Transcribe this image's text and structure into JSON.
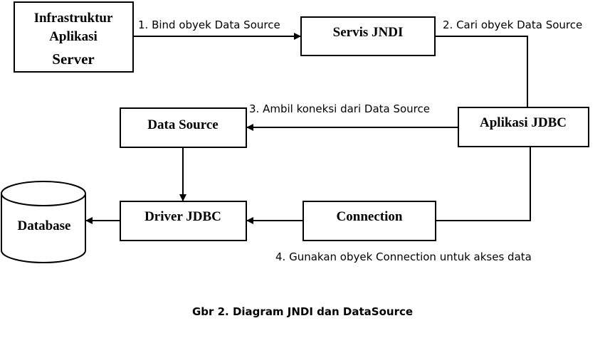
{
  "nodes": {
    "infrastruktur": {
      "lines": [
        "Infrastruktur",
        "Aplikasi",
        "Server"
      ]
    },
    "servis_jndi": {
      "label": "Servis JNDI"
    },
    "aplikasi_jdbc": {
      "label": "Aplikasi JDBC"
    },
    "data_source": {
      "label": "Data Source"
    },
    "driver_jdbc": {
      "label": "Driver JDBC"
    },
    "connection": {
      "label": "Connection"
    },
    "database": {
      "label": "Database"
    }
  },
  "edges": {
    "step1": {
      "label": "1. Bind obyek Data Source"
    },
    "step2": {
      "label": "2. Cari obyek Data Source"
    },
    "step3": {
      "label": "3. Ambil koneksi dari Data Source"
    },
    "step4": {
      "label": "4. Gunakan obyek Connection untuk akses data"
    }
  },
  "caption": "Gbr 2. Diagram JNDI dan DataSource"
}
